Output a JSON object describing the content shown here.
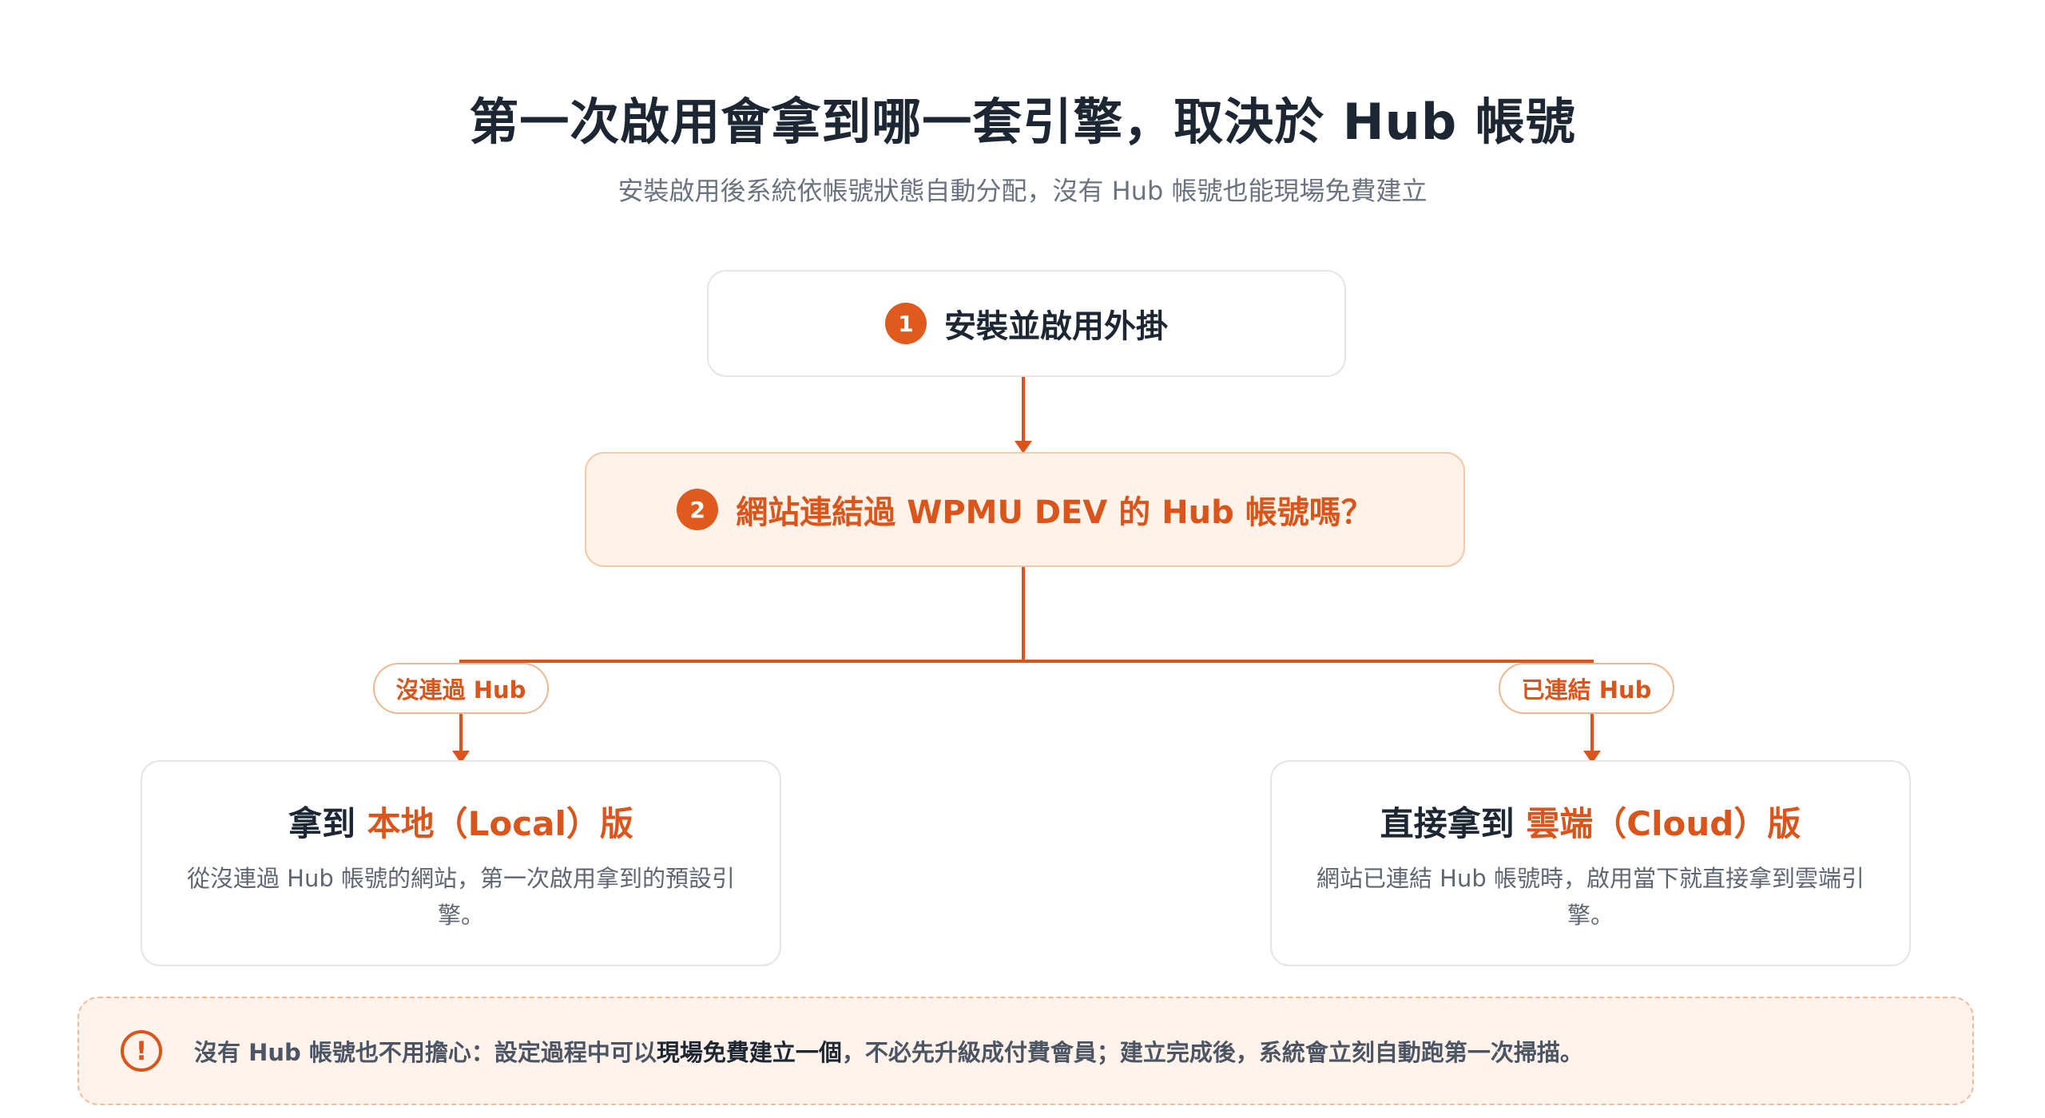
{
  "header": {
    "title": "第一次啟用會拿到哪一套引擎，取決於 Hub 帳號",
    "subtitle": "安裝啟用後系統依帳號狀態自動分配，沒有 Hub 帳號也能現場免費建立"
  },
  "steps": [
    {
      "number": "1",
      "label": "安裝並啟用外掛"
    },
    {
      "number": "2",
      "label": "網站連結過 WPMU DEV 的 Hub 帳號嗎？"
    }
  ],
  "branches": {
    "left": {
      "condition": "沒連過 Hub",
      "title_prefix": "拿到 ",
      "title_highlight": "本地（Local）版",
      "description": "從沒連過 Hub 帳號的網站，第一次啟用拿到的預設引擎。"
    },
    "right": {
      "condition": "已連結 Hub",
      "title_prefix": "直接拿到 ",
      "title_highlight": "雲端（Cloud）版",
      "description": "網站已連結 Hub 帳號時，啟用當下就直接拿到雲端引擎。"
    }
  },
  "note": {
    "icon": "exclamation-circle-icon",
    "text_before": "沒有 Hub 帳號也不用擔心：設定過程中可以",
    "text_strong": "現場免費建立一個",
    "text_after": "，不必先升級成付費會員；建立完成後，系統會立刻自動跑第一次掃描。"
  },
  "colors": {
    "accent": "#d9551b",
    "accent_light_bg": "#fff2e9",
    "text_dark": "#1d2733",
    "text_muted": "#6b7280"
  }
}
